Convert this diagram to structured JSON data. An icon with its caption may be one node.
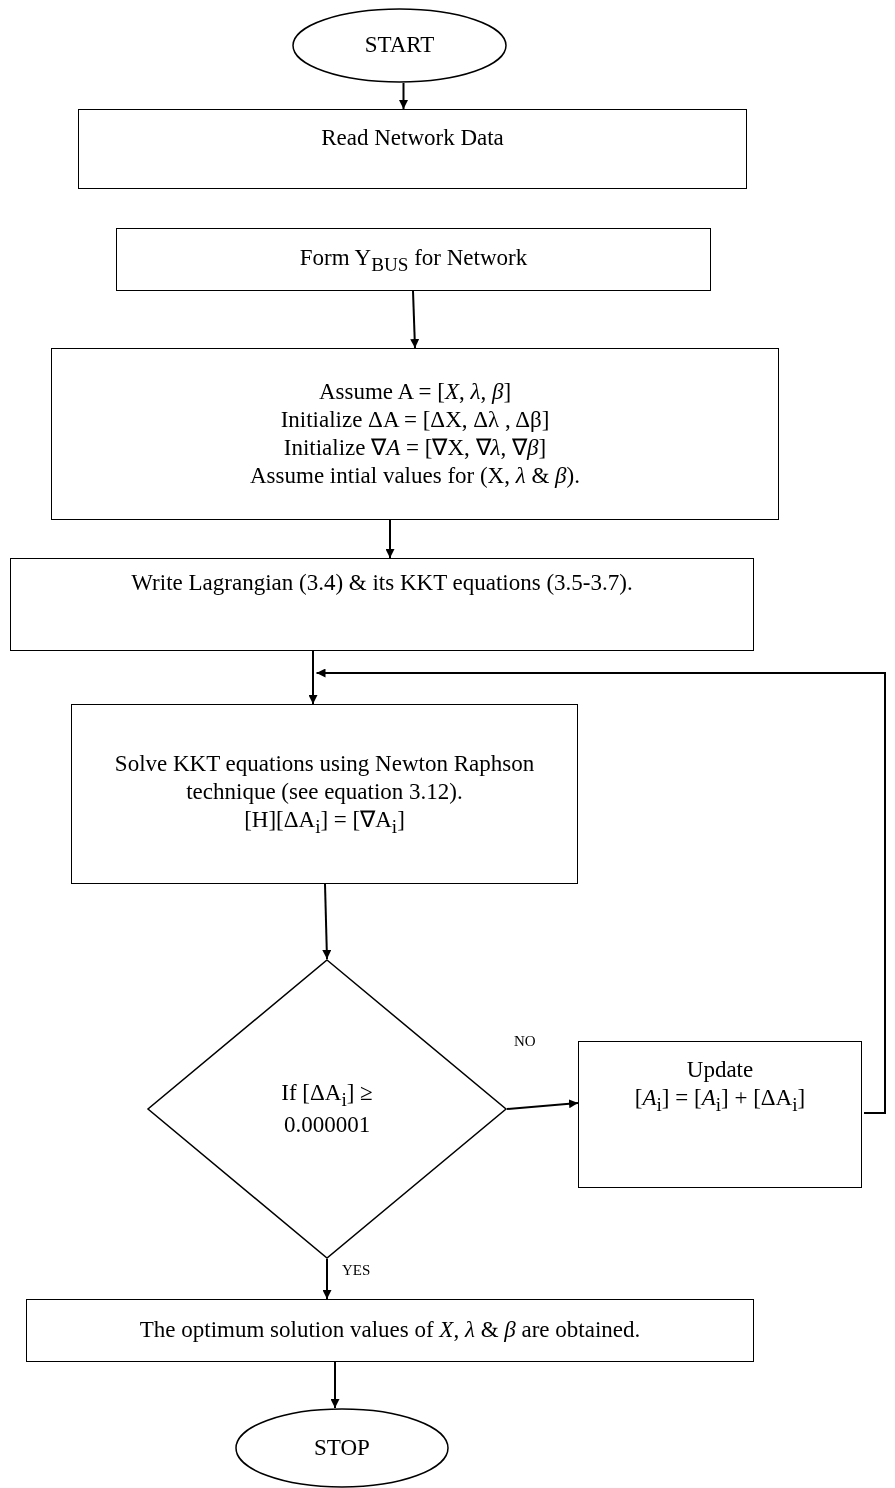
{
  "diagram": {
    "nodes": [
      {
        "text": [
          "START"
        ]
      },
      {
        "text": [
          "Read Network Data"
        ]
      },
      {
        "text": [
          "Form Y$_{BUS}$ for Network"
        ]
      },
      {
        "text": [
          "Assume A = [*X*, *λ*, *β*]",
          "Initialize ΔA = [ΔX, Δλ , Δβ]",
          "Initialize ∇*A* = [∇X, ∇*λ*, ∇*β*]",
          "Assume intial values for (X, *λ* & *β*)."
        ]
      },
      {
        "text": [
          "Write Lagrangian (3.4) & its KKT equations (3.5-3.7)."
        ]
      },
      {
        "text": [
          "Solve KKT equations using Newton Raphson technique (see equation 3.12).",
          "[H][ΔA$_{i}$] = [∇A$_{i}$]"
        ]
      },
      {
        "text": [
          "If [ΔA$_{i}$] ≥ 0.000001"
        ]
      },
      {
        "text": [
          "Update",
          "[*A*$_{i}$] = [*A*$_{i}$] + [ΔA$_{i}$]"
        ]
      },
      {
        "text": [
          "The optimum solution values of *X*, *λ* & *β* are obtained."
        ]
      },
      {
        "text": [
          "STOP"
        ]
      }
    ],
    "edges": [
      {
        "from": 0,
        "to": 1,
        "arrow": "to"
      },
      {
        "from": 2,
        "to": 3,
        "arrow": "to"
      },
      {
        "from": 3,
        "to": 4,
        "arrow": "to"
      },
      {
        "from": 4,
        "to": 5,
        "arrow": "to"
      },
      {
        "from": 5,
        "to": 6,
        "arrow": "to"
      },
      {
        "from": 6,
        "to": 7,
        "arrow": "to",
        "label": "NO"
      },
      {
        "from": 6,
        "to": 8,
        "arrow": "to",
        "label": "YES"
      },
      {
        "from": 8,
        "to": 9,
        "arrow": "to"
      },
      {
        "from": 7,
        "to": 5,
        "arrow": "to"
      }
    ]
  }
}
